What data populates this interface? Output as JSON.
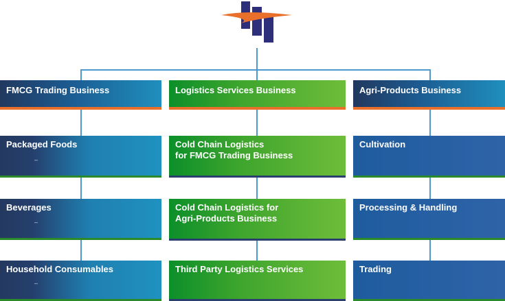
{
  "diagram": {
    "columns": [
      {
        "header": "FMCG Trading Business",
        "children": [
          "Packaged Foods",
          "Beverages",
          "Household Consumables"
        ]
      },
      {
        "header": "Logistics Services Business",
        "children": [
          "Cold Chain Logistics\nfor FMCG Trading Business",
          "Cold Chain Logistics for\nAgri-Products Business",
          "Third Party Logistics Services"
        ]
      },
      {
        "header": "Agri-Products Business",
        "children": [
          "Cultivation",
          "Processing & Handling",
          "Trading"
        ]
      }
    ],
    "dash_mark": "–"
  },
  "colors": {
    "connector": "#4a9ad0",
    "orange_accent": "#e8702a",
    "logo_bars": "#2e2f7a",
    "logo_swoosh": "#e8702a"
  }
}
